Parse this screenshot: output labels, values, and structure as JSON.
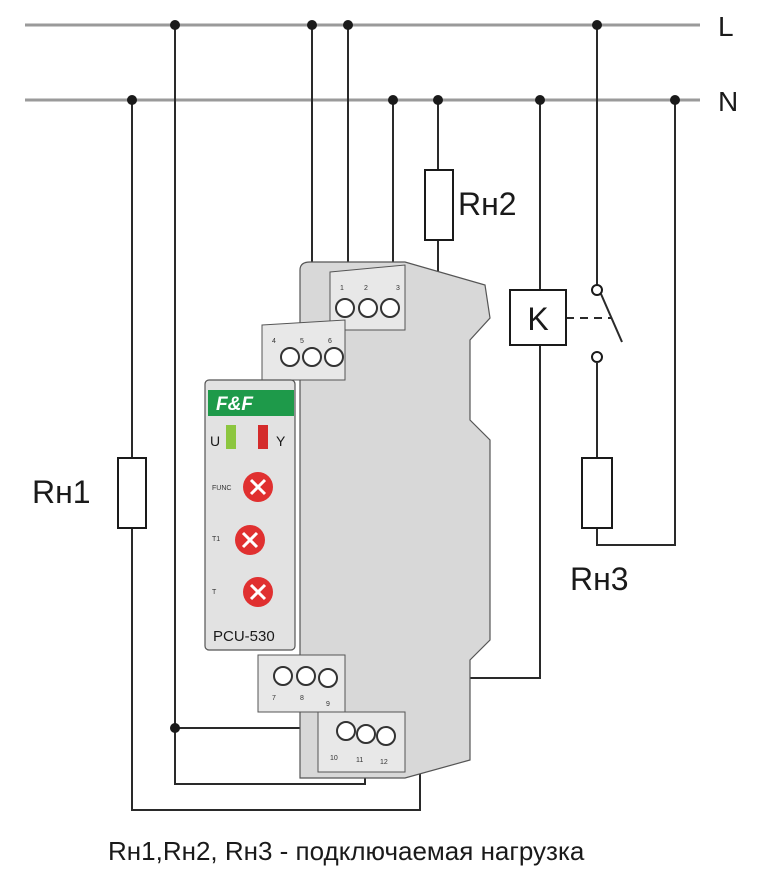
{
  "bus": {
    "line_label": "L",
    "neutral_label": "N"
  },
  "loads": {
    "rh1": "Rн1",
    "rh2": "Rн2",
    "rh3": "Rн3"
  },
  "contactor": {
    "label": "K"
  },
  "device": {
    "brand": "F&F",
    "model": "PCU-530",
    "led_u": "U",
    "led_relay": "Y",
    "knob_func": "FUNC",
    "knob_t1": "T1",
    "knob_t": "T",
    "top_terminals": [
      "1",
      "2",
      "3"
    ],
    "upper_terminals": [
      "4",
      "5",
      "6"
    ],
    "lower_terminals": [
      "7",
      "8",
      "9"
    ],
    "bottom_terminals": [
      "10",
      "11",
      "12"
    ],
    "colors": {
      "brand_green": "#1e9a4a",
      "led_green": "#8cc63f",
      "led_red": "#d42b2b",
      "knob_red": "#e03030",
      "housing": "#e2e2e2"
    }
  },
  "caption": "Rн1,Rн2, Rн3 - подключаемая нагрузка"
}
